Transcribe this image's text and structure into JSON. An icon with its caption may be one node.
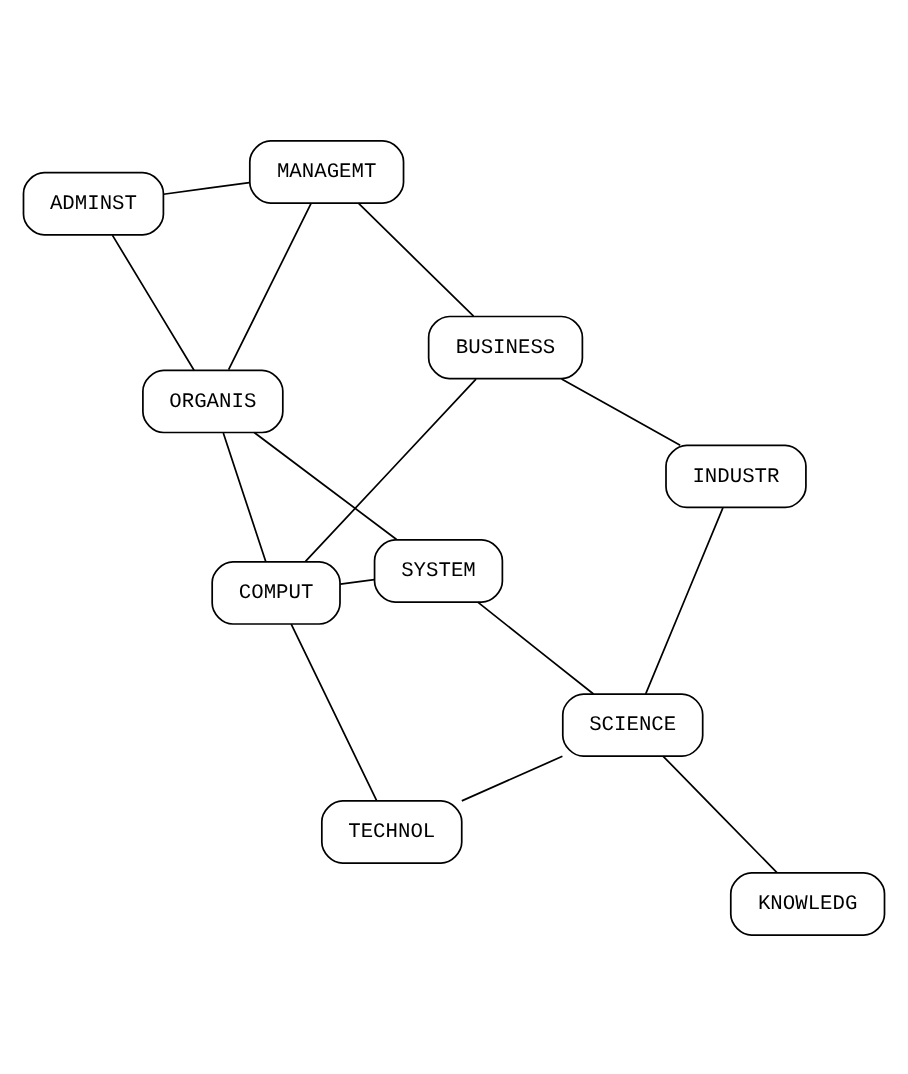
{
  "diagram": {
    "nodes": [
      {
        "text": [
          "INDUSTR"
        ]
      },
      {
        "text": [
          "BUSINESS"
        ]
      },
      {
        "text": [
          "ADMINST"
        ]
      },
      {
        "text": [
          "MANAGEMT"
        ]
      },
      {
        "text": [
          "ORGANIS"
        ]
      },
      {
        "text": [
          "SYSTEM"
        ]
      },
      {
        "text": [
          "COMPUT"
        ]
      },
      {
        "text": [
          "SCIENCE"
        ]
      },
      {
        "text": [
          "TECHNOL"
        ]
      },
      {
        "text": [
          "KNOWLEDG"
        ]
      }
    ],
    "edges": [
      {
        "from": 0,
        "to": 1,
        "arrow": "none"
      },
      {
        "from": 0,
        "to": 7,
        "arrow": "none"
      },
      {
        "from": 1,
        "to": 3,
        "arrow": "none"
      },
      {
        "from": 1,
        "to": 6,
        "arrow": "none"
      },
      {
        "from": 2,
        "to": 3,
        "arrow": "none"
      },
      {
        "from": 2,
        "to": 4,
        "arrow": "none"
      },
      {
        "from": 3,
        "to": 4,
        "arrow": "none"
      },
      {
        "from": 4,
        "to": 5,
        "arrow": "none"
      },
      {
        "from": 4,
        "to": 6,
        "arrow": "none"
      },
      {
        "from": 5,
        "to": 6,
        "arrow": "none"
      },
      {
        "from": 5,
        "to": 7,
        "arrow": "none"
      },
      {
        "from": 7,
        "to": 8,
        "arrow": "none"
      },
      {
        "from": 7,
        "to": 9,
        "arrow": "none"
      },
      {
        "from": 6,
        "to": 8,
        "arrow": "none"
      }
    ]
  }
}
